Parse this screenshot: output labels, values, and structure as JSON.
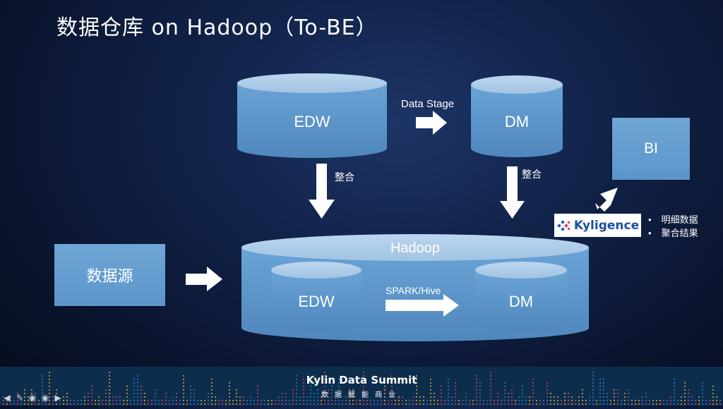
{
  "slide": {
    "title": "数据仓库 on Hadoop（To-BE）"
  },
  "diagram": {
    "top_edw": "EDW",
    "top_dm": "DM",
    "data_stage_label": "Data Stage",
    "integrate_left": "整合",
    "integrate_right": "整合",
    "bi": "BI",
    "source": "数据源",
    "hadoop": "Hadoop",
    "inner_edw": "EDW",
    "inner_dm": "DM",
    "spark_hive_label": "SPARK/Hive",
    "kyligence_logo": "Kyligence",
    "bullets": [
      "明细数据",
      "聚合结果"
    ]
  },
  "footer": {
    "event_title": "Kylin Data Summit",
    "event_subtitle": "数据赋能商业"
  },
  "nav_controls": [
    {
      "icon": "arrow-left-icon"
    },
    {
      "icon": "pen-icon"
    },
    {
      "icon": "slides-icon"
    },
    {
      "icon": "menu-icon"
    },
    {
      "icon": "arrow-right-icon"
    }
  ],
  "colors": {
    "cylinder_body": "#5b96cb",
    "cylinder_top": "#a9c8e6",
    "footer_bg": "#0d2d4c",
    "logo_blue": "#1f4fa0",
    "logo_pink": "#e0336b"
  }
}
